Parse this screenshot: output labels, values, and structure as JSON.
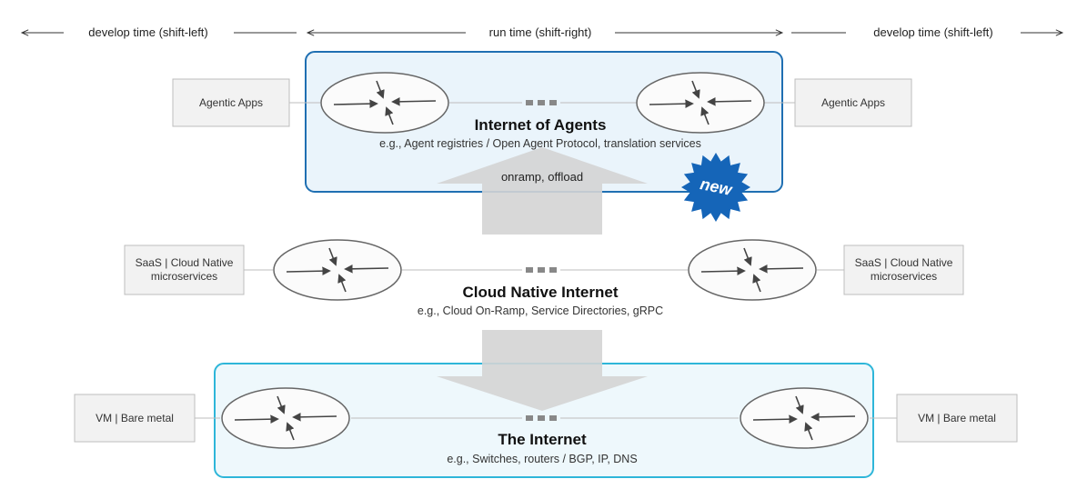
{
  "header": {
    "left": "develop time (shift-left)",
    "center": "run time (shift-right)",
    "right": "develop time (shift-left)"
  },
  "layers": {
    "agents": {
      "title": "Internet of Agents",
      "subtitle": "e.g., Agent registries / Open Agent Protocol, translation services",
      "endpoint_left": "Agentic Apps",
      "endpoint_right": "Agentic Apps",
      "arrow_label": "onramp, offload",
      "badge": "new",
      "color": "#1f6fb2",
      "fill": "#eaf4fb"
    },
    "cloud": {
      "title": "Cloud Native Internet",
      "subtitle": "e.g., Cloud On-Ramp, Service Directories, gRPC",
      "endpoint_left": [
        "SaaS | Cloud Native",
        "microservices"
      ],
      "endpoint_right": [
        "SaaS | Cloud Native",
        "microservices"
      ]
    },
    "internet": {
      "title": "The Internet",
      "subtitle": "e.g., Switches, routers / BGP, IP, DNS",
      "endpoint_left": "VM | Bare metal",
      "endpoint_right": "VM | Bare metal",
      "color": "#2eb6d9",
      "fill": "#eef8fc"
    }
  },
  "colors": {
    "router_stroke": "#666666",
    "endpoint_fill": "#f2f2f2",
    "endpoint_stroke": "#bdbdbd",
    "badge": "#1565b8",
    "big_arrow": "#d4d4d4"
  }
}
